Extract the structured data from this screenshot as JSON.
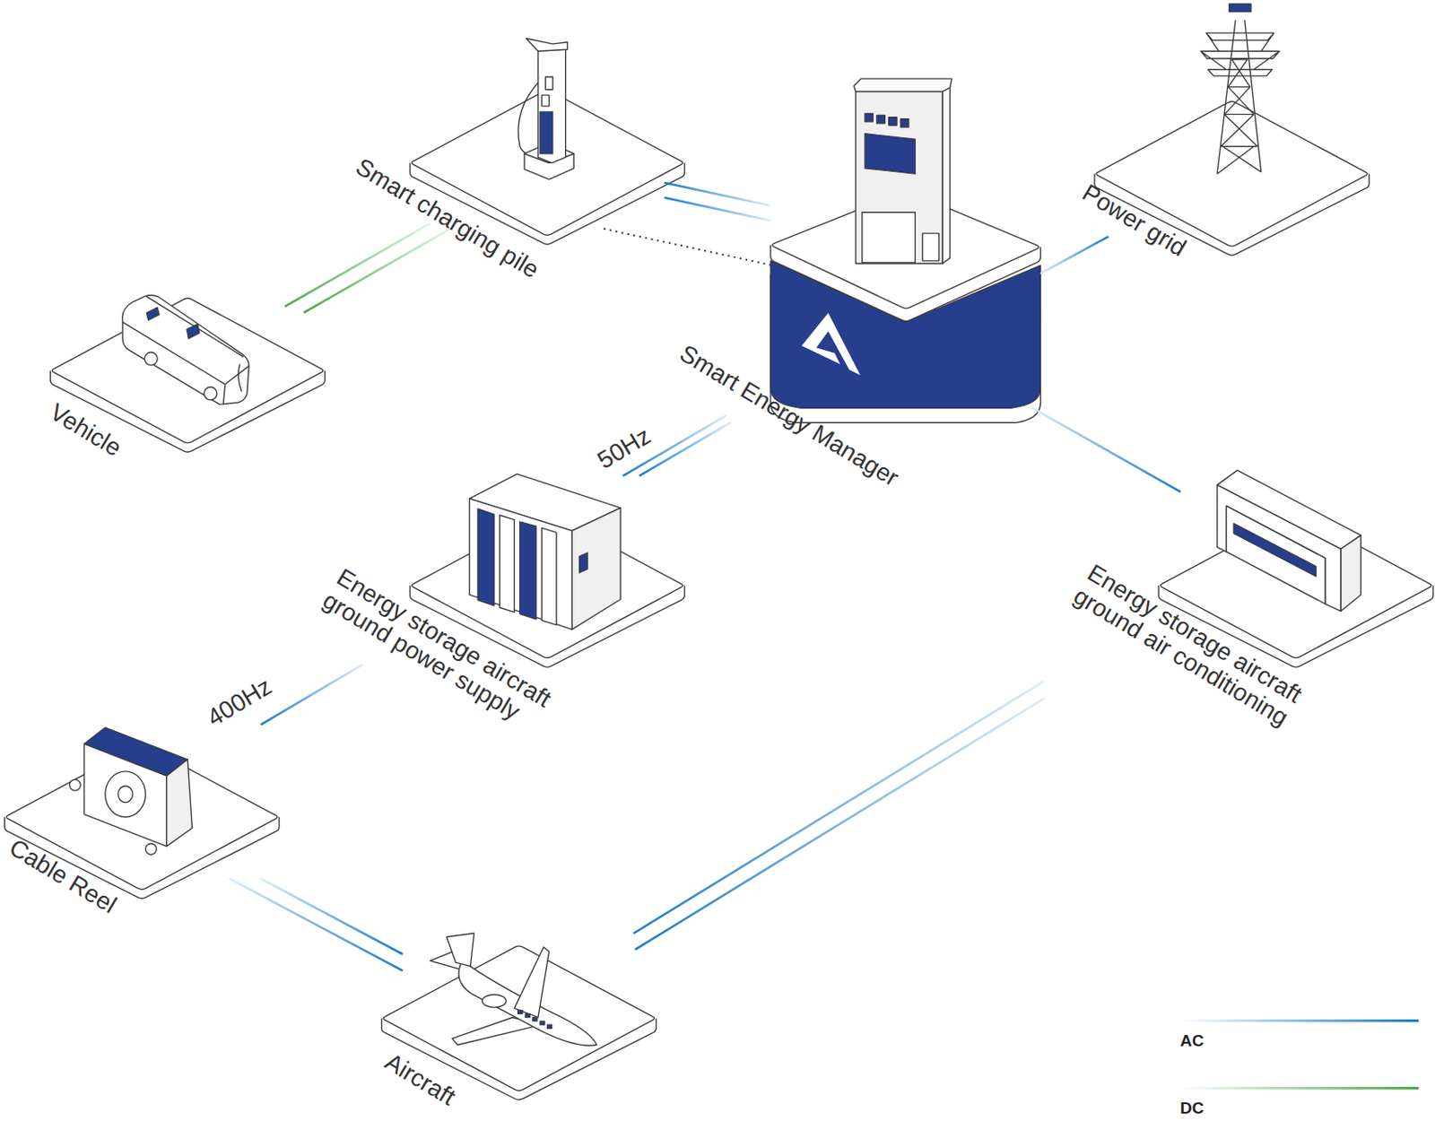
{
  "diagram": {
    "nodes": [
      {
        "text": [
          "Smart charging pile"
        ]
      },
      {
        "text": [
          "Power grid"
        ]
      },
      {
        "text": [
          "Smart Energy Manager"
        ]
      },
      {
        "text": [
          "Vehicle"
        ]
      },
      {
        "text": [
          "Energy storage aircraft ground power supply"
        ]
      },
      {
        "text": [
          "Energy storage aircraft ground air conditioning"
        ]
      },
      {
        "text": [
          "Cable Reel"
        ]
      },
      {
        "text": [
          "Aircraft"
        ]
      }
    ],
    "edges": [
      {
        "from": 2,
        "to": 0,
        "arrow": "none"
      },
      {
        "from": 0,
        "to": 2,
        "arrow": "none"
      },
      {
        "from": 0,
        "to": 3,
        "arrow": "none"
      },
      {
        "from": 2,
        "to": 1,
        "arrow": "none"
      },
      {
        "from": 2,
        "to": 4,
        "label": "50Hz",
        "arrow": "none"
      },
      {
        "from": 2,
        "to": 5,
        "arrow": "none"
      },
      {
        "from": 4,
        "to": 6,
        "label": "400Hz",
        "arrow": "none"
      },
      {
        "from": 6,
        "to": 7,
        "arrow": "none"
      },
      {
        "from": 5,
        "to": 7,
        "arrow": "none"
      }
    ],
    "legend": [
      {
        "text": "AC",
        "color": "#1a7cc9"
      },
      {
        "text": "DC",
        "color": "#45ac45"
      }
    ]
  }
}
